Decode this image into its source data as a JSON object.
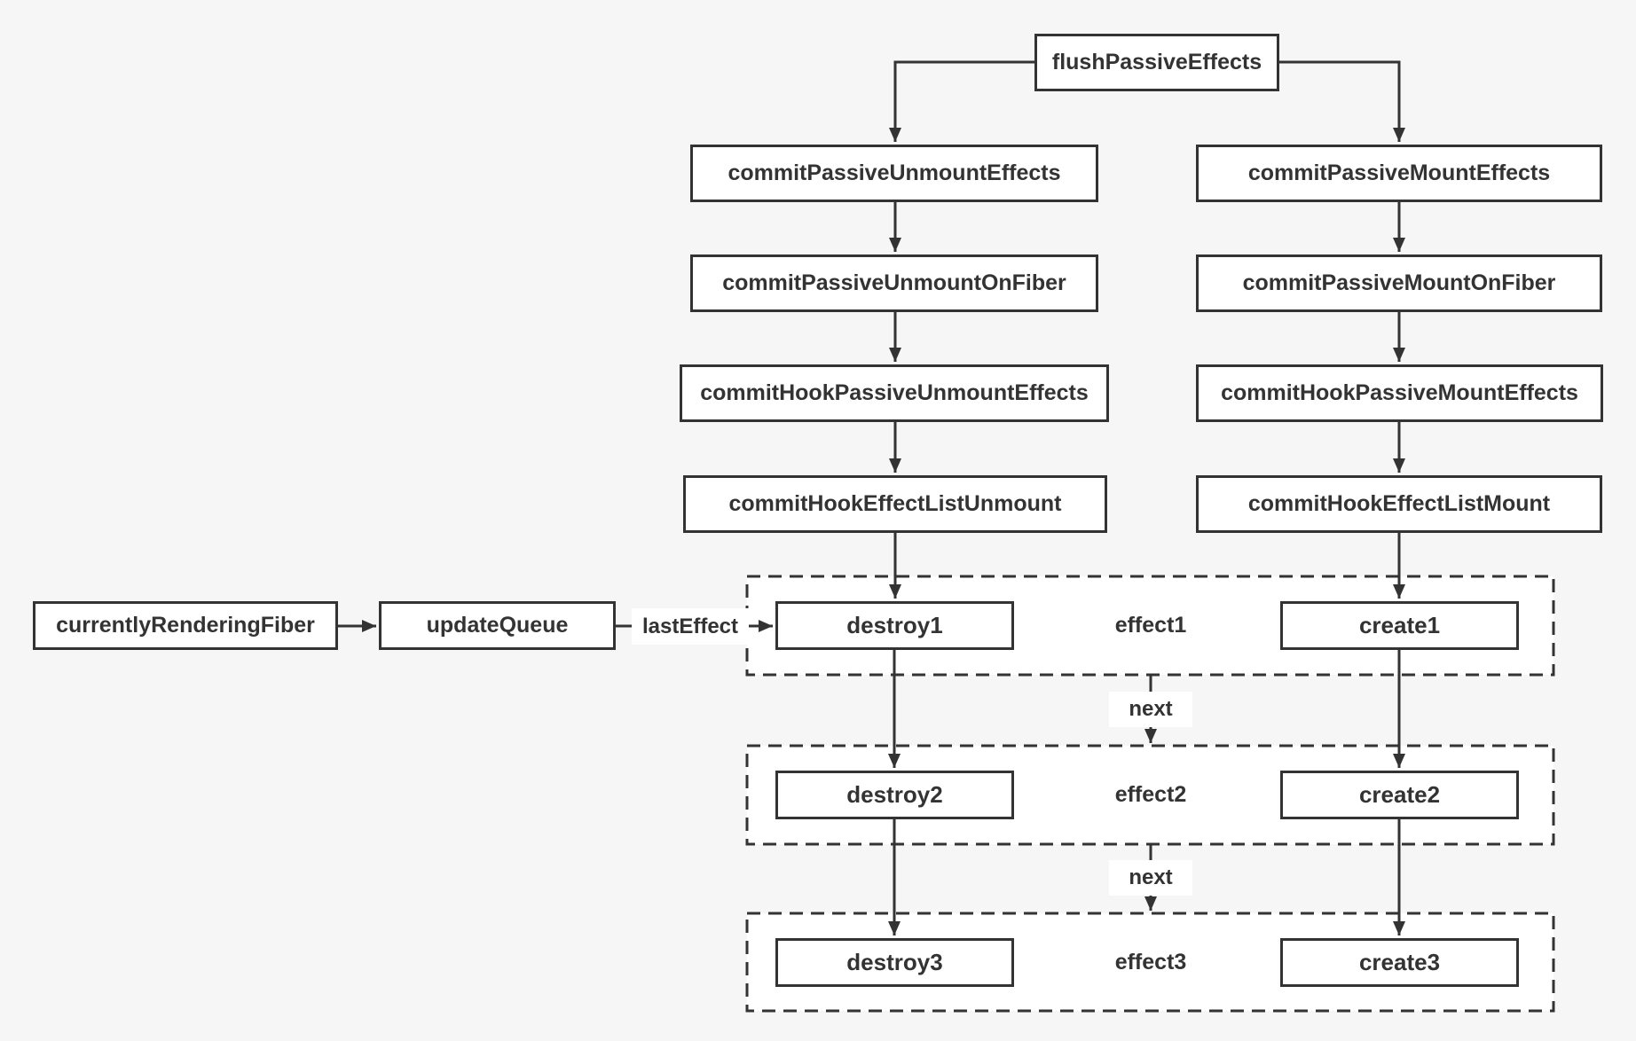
{
  "colors": {
    "page_bg": "#f6f6f6",
    "box_bg": "#ffffff",
    "stroke": "#333333",
    "text": "#333333"
  },
  "top": {
    "label": "flushPassiveEffects"
  },
  "left_chain": [
    "commitPassiveUnmountEffects",
    "commitPassiveUnmountOnFiber",
    "commitHookPassiveUnmountEffects",
    "commitHookEffectListUnmount"
  ],
  "right_chain": [
    "commitPassiveMountEffects",
    "commitPassiveMountOnFiber",
    "commitHookPassiveMountEffects",
    "commitHookEffectListMount"
  ],
  "fiber": {
    "source": "currentlyRenderingFiber",
    "queue": "updateQueue",
    "pointer_label": "lastEffect"
  },
  "effects": [
    {
      "label": "effect1",
      "destroy": "destroy1",
      "create": "create1"
    },
    {
      "label": "effect2",
      "destroy": "destroy2",
      "create": "create2"
    },
    {
      "label": "effect3",
      "destroy": "destroy3",
      "create": "create3"
    }
  ],
  "next_label": "next"
}
